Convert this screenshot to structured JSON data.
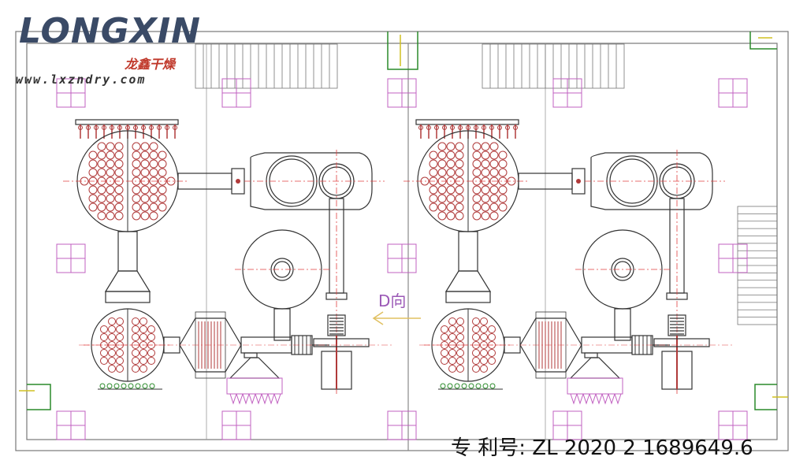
{
  "logo": {
    "brand": "LONGXIN",
    "brand_cn": "龙鑫干燥",
    "url": "www.lxzndry.com"
  },
  "annotation": {
    "direction_label": "D向"
  },
  "footer": {
    "patent_text": "专 利号: ZL 2020 2 1689649.6"
  },
  "colors": {
    "line": "#333333",
    "tube": "#b03a3a",
    "column_marker": "#c060c0",
    "center_line": "#e04040",
    "wall": "#777777",
    "green": "#2a8a2a",
    "yellow": "#d0c020"
  }
}
